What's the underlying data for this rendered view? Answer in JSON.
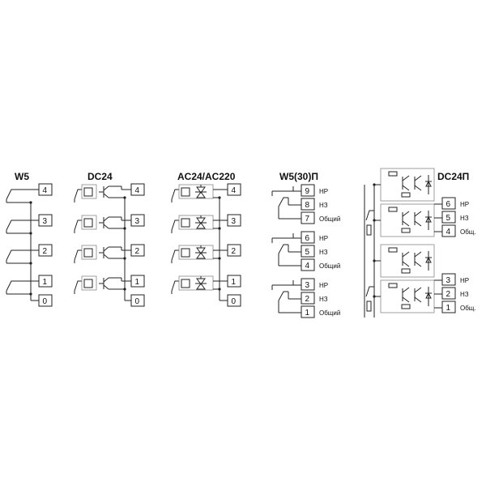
{
  "diagram": {
    "titles": {
      "w5": "W5",
      "dc24": "DC24",
      "ac": "AC24/AC220",
      "w5p": "W5(30)П",
      "dc24p": "DC24П"
    },
    "simple_terminals": [
      "4",
      "3",
      "2",
      "1",
      "0"
    ],
    "w5p_groups": [
      {
        "terminals": [
          "9",
          "8",
          "7"
        ]
      },
      {
        "terminals": [
          "6",
          "5",
          "4"
        ]
      },
      {
        "terminals": [
          "3",
          "2",
          "1"
        ]
      }
    ],
    "dc24p_groups": [
      {
        "terminals": [
          "6",
          "5",
          "4"
        ]
      },
      {
        "terminals": [
          "3",
          "2",
          "1"
        ]
      }
    ],
    "contact_labels": [
      "НР",
      "НЗ",
      "Общий"
    ],
    "contact_labels_short": [
      "НР",
      "НЗ",
      "Общ."
    ]
  }
}
